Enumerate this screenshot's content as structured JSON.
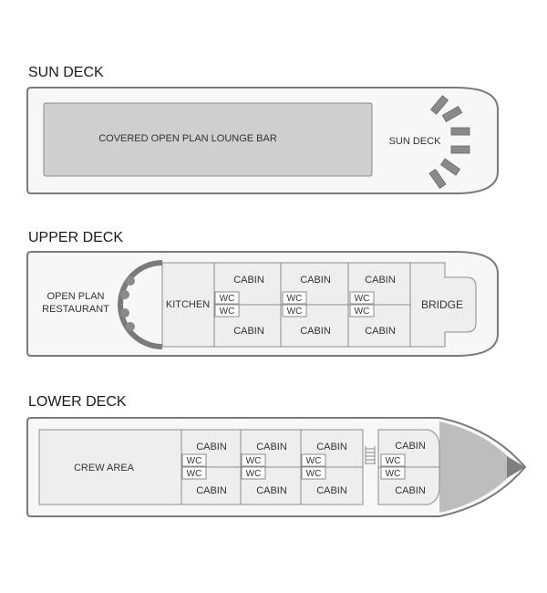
{
  "colors": {
    "hull_outline": "#7a7a7a",
    "hull_fill": "#f7f7f7",
    "room_fill": "#eeeeee",
    "lounge_fill": "#cfcfcf",
    "bow_fill": "#bdbdbd",
    "bow_tip": "#7f7f7f",
    "furniture": "#8a8a8a"
  },
  "sun_deck": {
    "title": "SUN DECK",
    "lounge_label": "COVERED OPEN PLAN LOUNGE BAR",
    "area_label": "SUN DECK"
  },
  "upper_deck": {
    "title": "UPPER DECK",
    "restaurant_line1": "OPEN PLAN",
    "restaurant_line2": "RESTAURANT",
    "kitchen_label": "KITCHEN",
    "bridge_label": "BRIDGE",
    "cabin_label": "CABIN",
    "wc_label": "WC"
  },
  "lower_deck": {
    "title": "LOWER DECK",
    "crew_label": "CREW AREA",
    "cabin_label": "CABIN",
    "wc_label": "WC"
  }
}
